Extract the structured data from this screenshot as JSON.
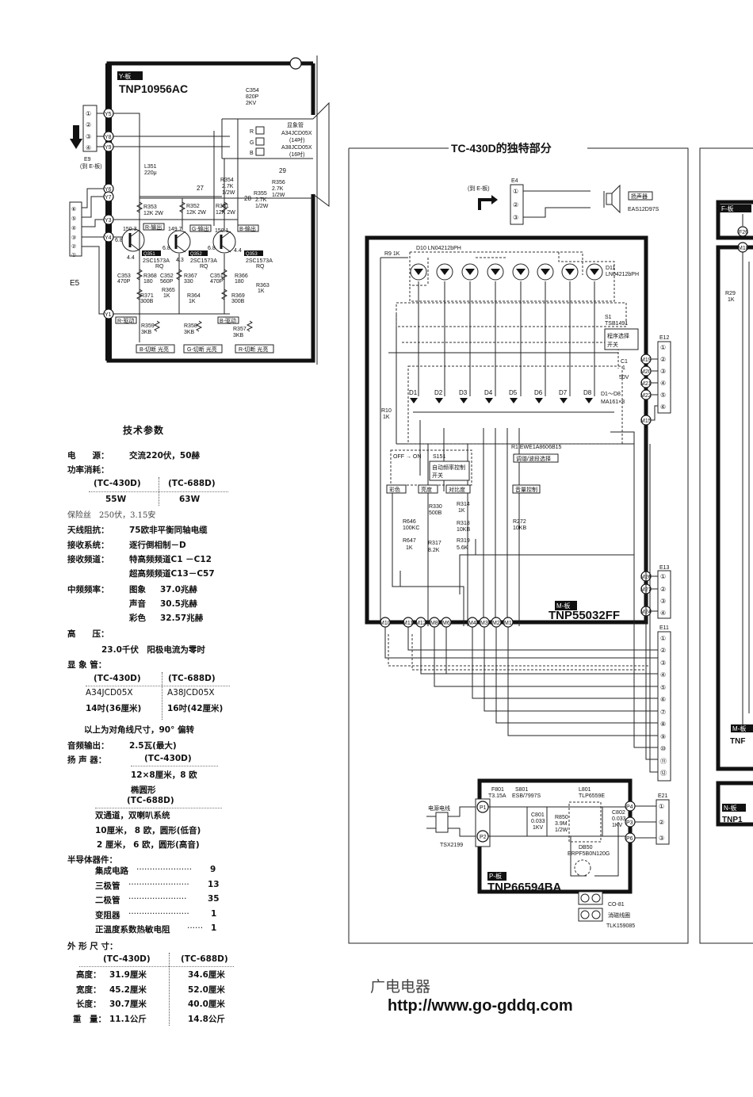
{
  "y_board": {
    "tag": "Y-板",
    "model": "TNP10956AC",
    "e9": {
      "name": "E9",
      "note": "(到 E-板)",
      "pins": [
        "①",
        "②",
        "③",
        "④"
      ]
    },
    "e5": {
      "name": "E5",
      "pins": [
        "⑥",
        "⑤",
        "④",
        "③",
        "②",
        "①"
      ]
    },
    "nodes": [
      "Y5",
      "Y8",
      "Y9",
      "Y6",
      "Y7",
      "Y3",
      "Y4",
      "Y1"
    ],
    "crt": {
      "label": "显象管",
      "model1": "A34JCD05X",
      "size1": "(14吋)",
      "model2": "A38JCD05X",
      "size2": "(16吋)",
      "r": "R",
      "g": "G",
      "b": "B"
    },
    "components": [
      "C354",
      "820P",
      "2KV",
      "L351",
      "220μ",
      "R354",
      "2.7K",
      "1/2W",
      "R355",
      "2.7K",
      "1/2W",
      "R356",
      "2.7K",
      "1/2W",
      "27",
      "28",
      "29",
      "R353",
      "12K 2W",
      "R352",
      "12K 2W",
      "R351",
      "12K 2W",
      "150.3",
      "149.7",
      "150.1",
      "6.8",
      "6.8",
      "6.8",
      "4.4",
      "4.3",
      "4.4",
      "2SC1573A",
      "RQ",
      "2SC1573A",
      "RQ",
      "2SC1573A",
      "RQ",
      "C353",
      "470P",
      "R368",
      "180",
      "R371",
      "300B",
      "R365",
      "1K",
      "C352",
      "560P",
      "R367",
      "330",
      "R364",
      "1K",
      "C351",
      "470P",
      "R366",
      "180",
      "R369",
      "300B",
      "R363",
      "1K",
      "R359",
      "3KB",
      "R358",
      "3KB",
      "R357",
      "3KB"
    ],
    "tags": [
      "R-输出",
      "G-输出",
      "B-输出",
      "R-驱动",
      "B-驱动",
      "B-切断 光亮",
      "G-切断 光亮",
      "R-切断 光亮",
      "Q351",
      "Q352",
      "Q353"
    ]
  },
  "specs": {
    "title": "技术参数",
    "power_label": "电　　源：",
    "power_value": "交流220伏，50赫",
    "consumption_label": "功率消耗：",
    "model_a": "(TC-430D)",
    "model_b": "(TC-688D)",
    "consumption_a": "55W",
    "consumption_b": "63W",
    "fuse": "保险丝　250伏，3.15安",
    "antenna_label": "天线阻抗：",
    "antenna_value": "75欧非平衡同轴电缆",
    "system_label": "接收系统：",
    "system_value": "逐行倒相制－D",
    "channel_label": "接收频道：",
    "channel_vhf": "特高频频道C1 －C12",
    "channel_uhf": "超高频频道C13－C57",
    "if_label": "中频频率：",
    "if_rows": [
      {
        "name": "图象",
        "value": "37.0兆赫"
      },
      {
        "name": "声音",
        "value": "30.5兆赫"
      },
      {
        "name": "彩色",
        "value": "32.57兆赫"
      }
    ],
    "hv_label": "高　　压：",
    "hv_value": "23.0千伏　阳极电流为零时",
    "crt_label": "显 象 管：",
    "crt_a_model": "A34JCD05X",
    "crt_b_model": "A38JCD05X",
    "crt_a_size": "14吋(36厘米)",
    "crt_b_size": "16吋(42厘米)",
    "crt_note": "以上为对角线尺寸，90° 偏转",
    "audio_label": "音频输出：",
    "audio_value": "2.5瓦(最大)",
    "speaker_label": "扬 声 器：",
    "speaker_a": [
      "12×8厘米，8 欧",
      "椭圆形"
    ],
    "speaker_b": [
      "双通道，双喇叭系统",
      "10厘米， 8 欧，圆形(低音)",
      "2 厘米， 6 欧，圆形(高音)"
    ],
    "semi_label": "半导体器件：",
    "semi_rows": [
      {
        "name": "集成电路",
        "dots": "·····················",
        "count": "9"
      },
      {
        "name": "三极管",
        "dots": "·······················",
        "count": "13"
      },
      {
        "name": "二极管",
        "dots": "······················",
        "count": "35"
      },
      {
        "name": "变阻器",
        "dots": "·······················",
        "count": "1"
      },
      {
        "name": "正温度系数热敏电阻",
        "dots": "······",
        "count": "1"
      }
    ],
    "dims_label": "外 形 尺 寸：",
    "dims_rows": [
      {
        "name": "高度：",
        "a": "31.9厘米",
        "b": "34.6厘米"
      },
      {
        "name": "宽度：",
        "a": "45.2厘米",
        "b": "52.0厘米"
      },
      {
        "name": "长度：",
        "a": "30.7厘米",
        "b": "40.0厘米"
      },
      {
        "name": "重　量：",
        "a": "11.1公斤",
        "b": "14.8公斤"
      }
    ]
  },
  "tc430d": {
    "title": "TC-430D的独特部分",
    "e4": {
      "name": "E4",
      "note": "(到 E-板)",
      "pins": [
        "①",
        "②",
        "③"
      ],
      "speaker_tag": "扬声器",
      "speaker_model": "EAS12D97S"
    },
    "m_board": {
      "tag": "M-板",
      "model": "TNP55032FF",
      "labels": [
        "R9 1K",
        "D10 LN04212bPH",
        "D11",
        "LN04212bPH",
        "S1",
        "TSB1491",
        "程序选择",
        "开关",
        "C1",
        "1",
        "50V",
        "D1",
        "D2",
        "D3",
        "D4",
        "D5",
        "D6",
        "D7",
        "D8",
        "D1～D8",
        "MA161×8",
        "R10",
        "1K",
        "R1 EWE1A8606B15",
        "调谐/波段选择",
        "OFF → ON",
        "S151",
        "自动频率控制",
        "开关",
        "彩色",
        "亮度",
        "对比度",
        "音量控制",
        "R646",
        "100KC",
        "R647",
        "1K",
        "R330",
        "500B",
        "R317",
        "8.2K",
        "R314",
        "1K",
        "R318",
        "10KB",
        "R319",
        "5.6K",
        "R272",
        "10KB"
      ],
      "bottom_nodes": [
        "M10",
        "M11",
        "M12",
        "M8",
        "M6",
        "M4",
        "M3",
        "M2",
        "M1"
      ],
      "right_nodes": [
        "M19",
        "M20",
        "M21",
        "M22",
        "M15",
        "M26",
        "M27",
        "M24"
      ]
    },
    "e12": {
      "name": "E12",
      "pins": [
        "①",
        "②",
        "③",
        "④",
        "⑤",
        "⑥"
      ]
    },
    "e13": {
      "name": "E13",
      "pins": [
        "①",
        "②",
        "③",
        "④"
      ]
    },
    "e11": {
      "name": "E11",
      "pins": [
        "①",
        "②",
        "③",
        "④",
        "⑤",
        "⑥",
        "⑦",
        "⑧",
        "⑨",
        "⑩",
        "⑪",
        "⑫"
      ]
    },
    "p_board": {
      "tag": "P-板",
      "model": "TNP66594BA",
      "labels": [
        "电源电线",
        "TSX2199",
        "P1",
        "P2",
        "F801",
        "S801",
        "T3.15A",
        "ESB/7997S",
        "C801",
        "0.033",
        "1KV",
        "R850",
        "3.9M",
        "1/2W",
        "L801",
        "TLP6559E",
        "C802",
        "0.033",
        "1KV",
        "DB50",
        "ERPF5B0N120G",
        "P4",
        "P3",
        "P6",
        "CO-81",
        "消磁线圈",
        "TLK159085"
      ]
    },
    "e21": {
      "name": "E21",
      "pins": [
        "①",
        "②",
        "③"
      ]
    }
  },
  "right_partial": {
    "f_tag": "F-板",
    "f_node": "F26",
    "m_node": "M18",
    "r29": "R29",
    "r29v": "1K",
    "m_tag": "M-板",
    "m_model": "TNF",
    "n_tag": "N-板",
    "n_model": "TNP1"
  },
  "footer": {
    "publisher": "广电电器",
    "url": "http://www.go-gddq.com"
  }
}
